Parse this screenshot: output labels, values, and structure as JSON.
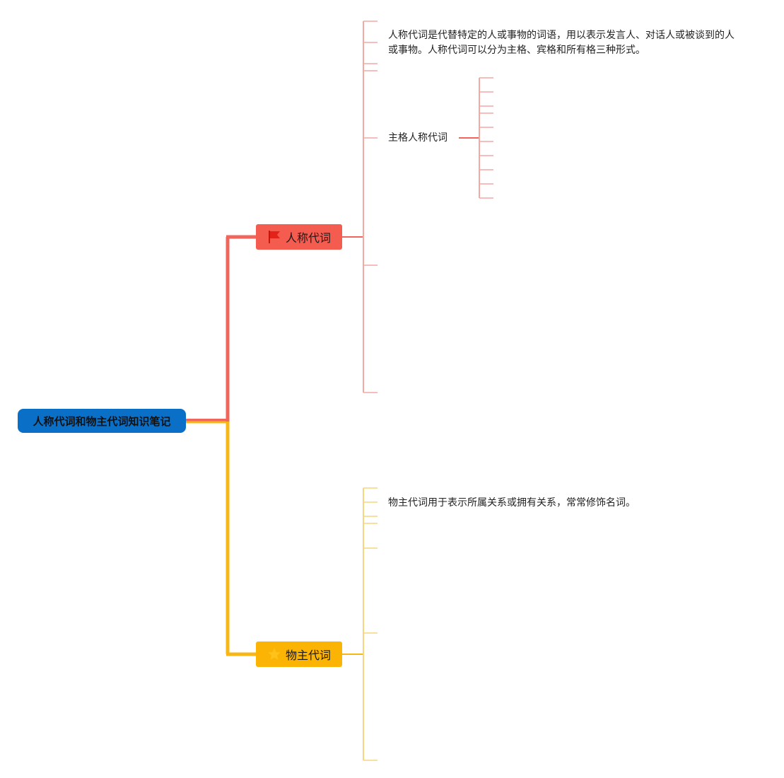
{
  "colors": {
    "root": "#0a6fc7",
    "branch_personal": "#f45c50",
    "branch_possessive": "#fbb304",
    "line_personal": "#f0665c",
    "line_personal_light": "#f3a9a3",
    "line_possessive": "#f7b717",
    "line_possessive_light": "#f6d77f"
  },
  "root": {
    "label": "人称代词和物主代词知识笔记"
  },
  "branches": [
    {
      "label": "人称代词",
      "icon": "flag-icon",
      "description": "人称代词是代替特定的人或事物的词语，用以表示发言人、对话人或被谈到的人或事物。人称代词可以分为主格、宾格和所有格三种形式。",
      "sub_label": "主格人称代词"
    },
    {
      "label": "物主代词",
      "icon": "star-icon",
      "description": "物主代词用于表示所属关系或拥有关系，常常修饰名词。"
    }
  ]
}
